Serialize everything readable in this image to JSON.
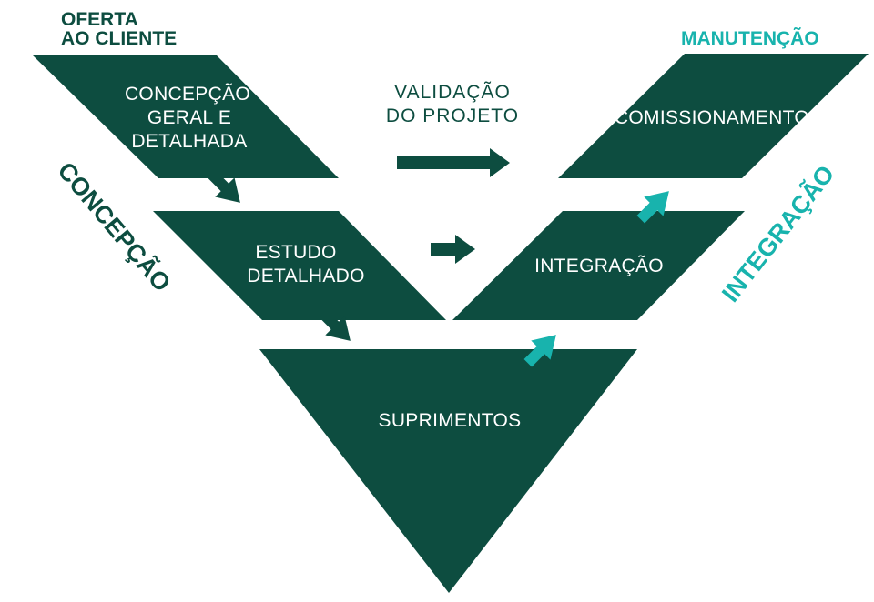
{
  "colors": {
    "dark_green": "#0d4d40",
    "teal": "#18b3ad",
    "text_on_shape": "#ffffff",
    "background": "#ffffff"
  },
  "labels": {
    "offer_line1": "OFERTA",
    "offer_line2": "AO CLIENTE",
    "maintenance": "MANUTENÇÃO",
    "conception_phase": "CONCEPÇÃO",
    "integration_phase": "INTEGRAÇÃO",
    "validation_line1": "VALIDAÇÃO",
    "validation_line2": "DO PROJETO"
  },
  "stages": {
    "general_design_line1": "CONCEPÇÃO",
    "general_design_line2": "GERAL E",
    "general_design_line3": "DETALHADA",
    "detailed_study_line1": "ESTUDO",
    "detailed_study_line2": "DETALHADO",
    "supplies": "SUPRIMENTOS",
    "integration": "INTEGRAÇÃO",
    "commissioning": "COMISSIONAMENTO"
  },
  "arrows": {
    "left_down": "arrow-down-right-icon",
    "right_up": "arrow-up-right-icon",
    "validation": "arrow-right-icon"
  }
}
